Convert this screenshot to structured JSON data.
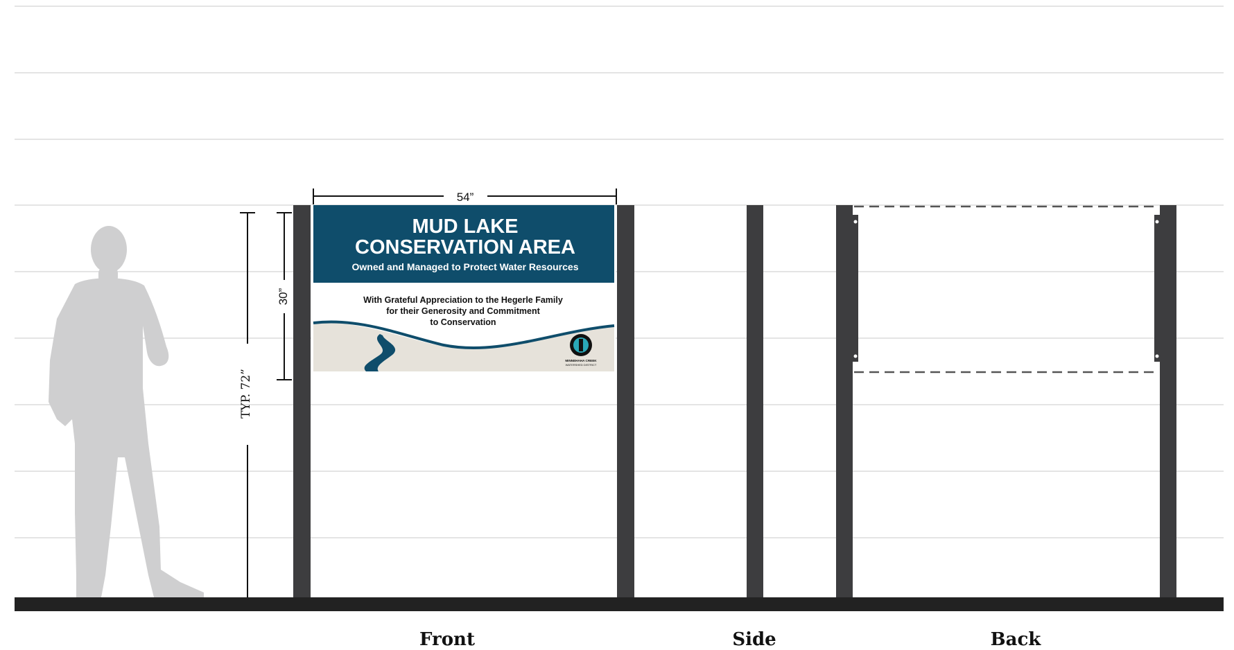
{
  "dimensions": {
    "width_label": "54”",
    "panel_height_label": "30”",
    "total_height_label": "TYP. 72”"
  },
  "sign": {
    "title_line1": "MUD LAKE",
    "title_line2": "CONSERVATION AREA",
    "subtitle": "Owned and Managed to Protect Water Resources",
    "dedication_line1": "With Grateful Appreciation to the Hegerle Family",
    "dedication_line2": "for their Generosity and Commitment",
    "dedication_line3": "to Conservation",
    "logo_text_line1": "MINNEHAHA CREEK",
    "logo_text_line2": "WATERSHED DISTRICT"
  },
  "views": {
    "front": "Front",
    "side": "Side",
    "back": "Back"
  },
  "colors": {
    "sign_header": "#0f4d6b",
    "river": "#0f4d6b",
    "ground_band": "#e6e2da",
    "post": "#3d3d3f",
    "ground": "#222222",
    "silhouette": "#cfcfd0",
    "gridline": "#dcdcdc"
  }
}
